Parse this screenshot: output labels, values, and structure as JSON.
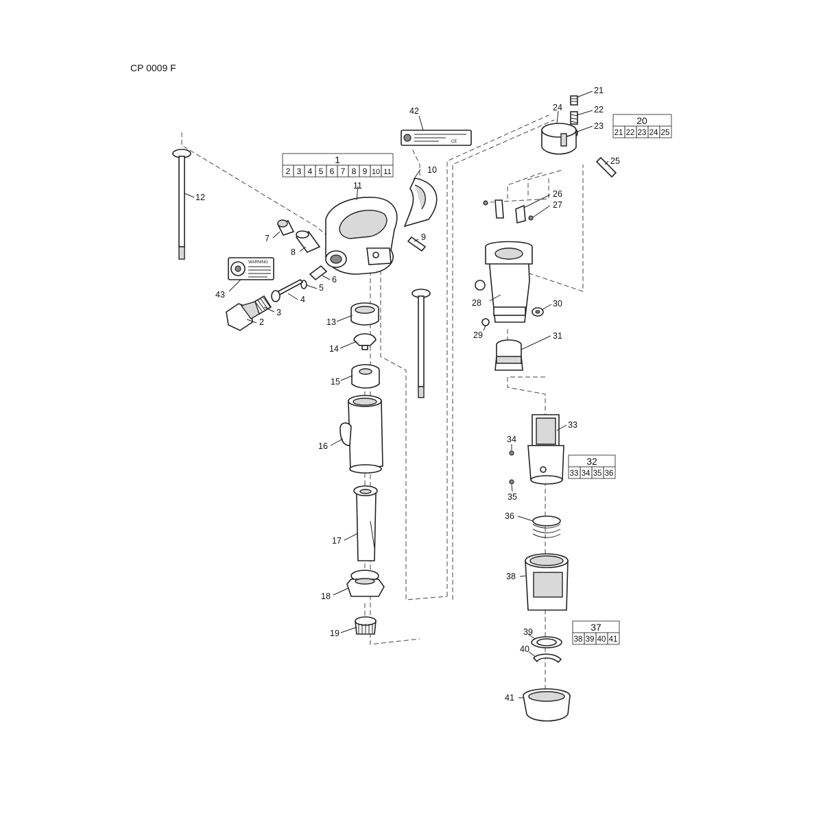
{
  "drawing_code": "CP 0009 F",
  "part_numbers": [
    "2",
    "3",
    "4",
    "5",
    "6",
    "7",
    "8",
    "9",
    "10",
    "11",
    "12",
    "13",
    "14",
    "15",
    "16",
    "17",
    "18",
    "19",
    "21",
    "22",
    "23",
    "24",
    "25",
    "26",
    "27",
    "28",
    "29",
    "30",
    "31",
    "33",
    "34",
    "35",
    "36",
    "38",
    "39",
    "40",
    "41",
    "42",
    "43"
  ],
  "kits": [
    {
      "number": "1",
      "contents": [
        "2",
        "3",
        "4",
        "5",
        "6",
        "7",
        "8",
        "9",
        "10",
        "11"
      ]
    },
    {
      "number": "20",
      "contents": [
        "21",
        "22",
        "23",
        "24",
        "25"
      ]
    },
    {
      "number": "32",
      "contents": [
        "33",
        "34",
        "35",
        "36"
      ]
    },
    {
      "number": "37",
      "contents": [
        "38",
        "39",
        "40",
        "41"
      ]
    }
  ],
  "warning_label": {
    "title": "WARNING"
  },
  "id_plate": {
    "mark": "CE"
  }
}
